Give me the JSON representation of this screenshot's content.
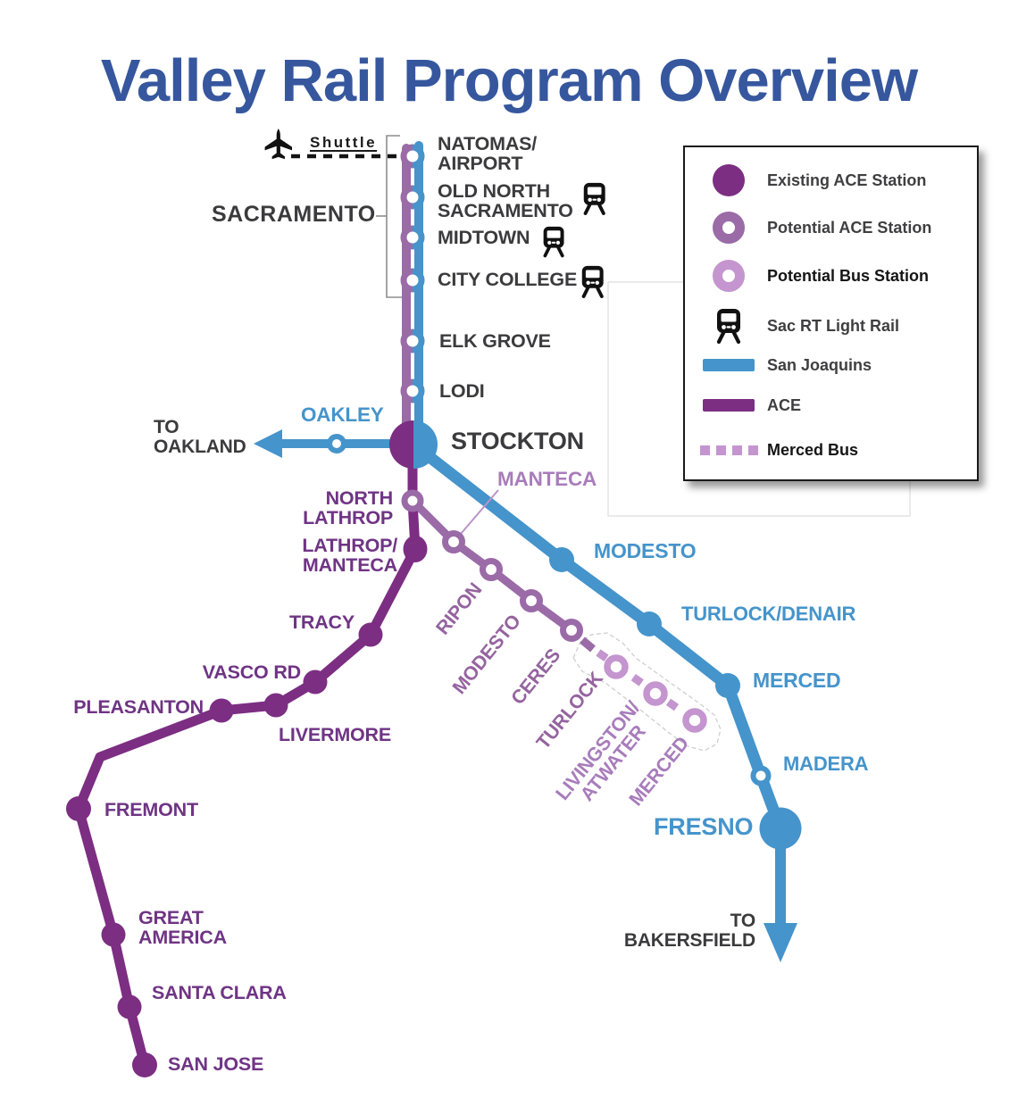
{
  "title": "Valley Rail Program Overview",
  "colors": {
    "title_blue": "#36579e",
    "san_joaquins_blue": "#4594cb",
    "ace_purple": "#7c2e82",
    "potential_ace_purple": "#9a6ba7",
    "bus_light_purple": "#c495cf",
    "label_gray": "#3b3b3d"
  },
  "legend": {
    "items": [
      {
        "id": "existing-ace-station",
        "label": "Existing ACE Station"
      },
      {
        "id": "potential-ace-station",
        "label": "Potential ACE Station"
      },
      {
        "id": "potential-bus-station",
        "label": "Potential Bus Station"
      },
      {
        "id": "sac-rt-light-rail",
        "label": "Sac RT Light Rail"
      },
      {
        "id": "san-joaquins-line",
        "label": "San Joaquins"
      },
      {
        "id": "ace-line",
        "label": "ACE"
      },
      {
        "id": "merced-bus-line",
        "label": "Merced Bus"
      }
    ]
  },
  "map": {
    "shuttle": "Shuttle",
    "sacramento": "SACRAMENTO",
    "stations": {
      "natomas": "NATOMAS/\nAIRPORT",
      "old_north_sacramento": "OLD NORTH\nSACRAMENTO",
      "midtown": "MIDTOWN",
      "city_college": "CITY COLLEGE",
      "elk_grove": "ELK GROVE",
      "lodi": "LODI",
      "stockton": "STOCKTON",
      "oakley": "OAKLEY",
      "to_oakland": "TO\nOAKLAND",
      "manteca": "MANTECA",
      "north_lathrop": "NORTH\nLATHROP",
      "lathrop_manteca": "LATHROP/\nMANTECA",
      "tracy": "TRACY",
      "vasco_rd": "VASCO RD",
      "pleasanton": "PLEASANTON",
      "livermore": "LIVERMORE",
      "fremont": "FREMONT",
      "great_america": "GREAT\nAMERICA",
      "santa_clara": "SANTA CLARA",
      "san_jose": "SAN JOSE",
      "ripon": "RIPON",
      "modesto_ace": "MODESTO",
      "ceres": "CERES",
      "turlock_bus": "TURLOCK",
      "livingston_atwater": "LIVINGSTON/\nATWATER",
      "merced_bus": "MERCED",
      "modesto_sj": "MODESTO",
      "turlock_denair": "TURLOCK/DENAIR",
      "merced_sj": "MERCED",
      "madera": "MADERA",
      "fresno": "FRESNO",
      "to_bakersfield": "TO\nBAKERSFIELD"
    }
  }
}
